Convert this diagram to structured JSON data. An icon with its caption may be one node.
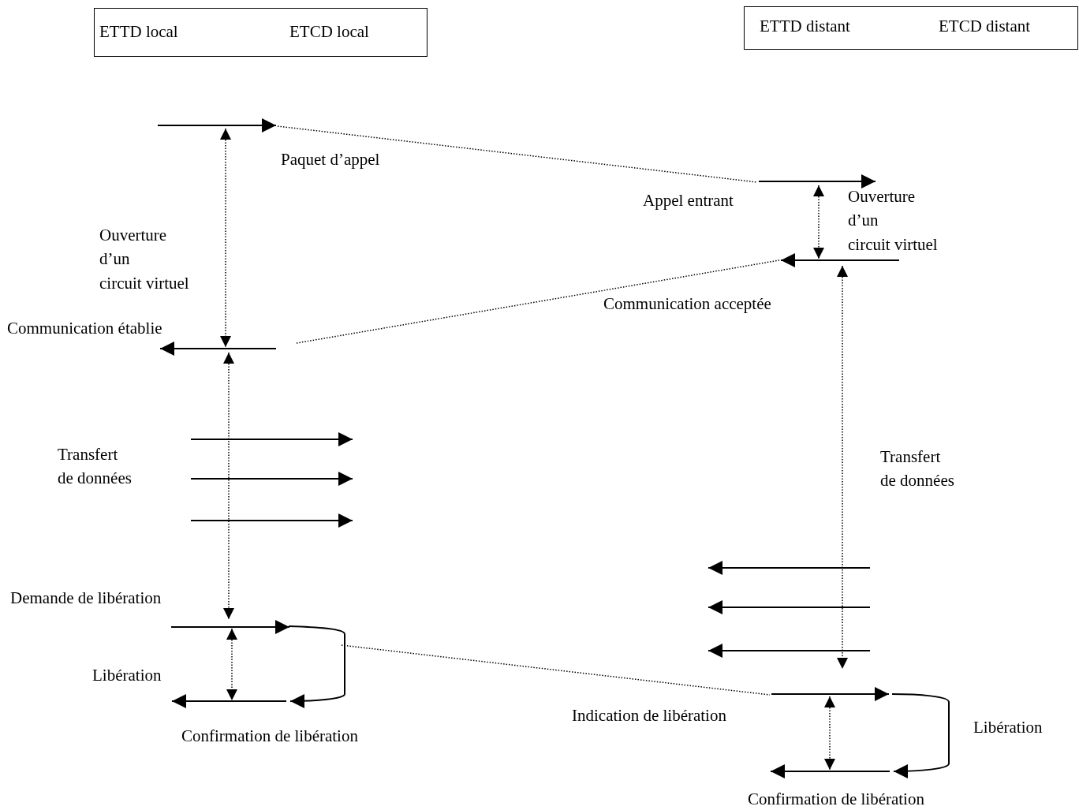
{
  "diagram": {
    "nodes": [
      {
        "text": [
          "ETTD local",
          "ETCD local"
        ]
      },
      {
        "text": [
          "ETTD distant",
          "ETCD distant"
        ]
      }
    ],
    "labels": [
      "Paquet d’appel",
      "Appel entrant",
      "Ouverture d’un circuit virtuel",
      "Ouverture d’un circuit virtuel",
      "Communication acceptée",
      "Communication établie",
      "Transfert de données",
      "Transfert de données",
      "Demande de libération",
      "Libération",
      "Libération",
      "Indication de libération",
      "Confirmation de libération",
      "Confirmation de libération"
    ]
  }
}
